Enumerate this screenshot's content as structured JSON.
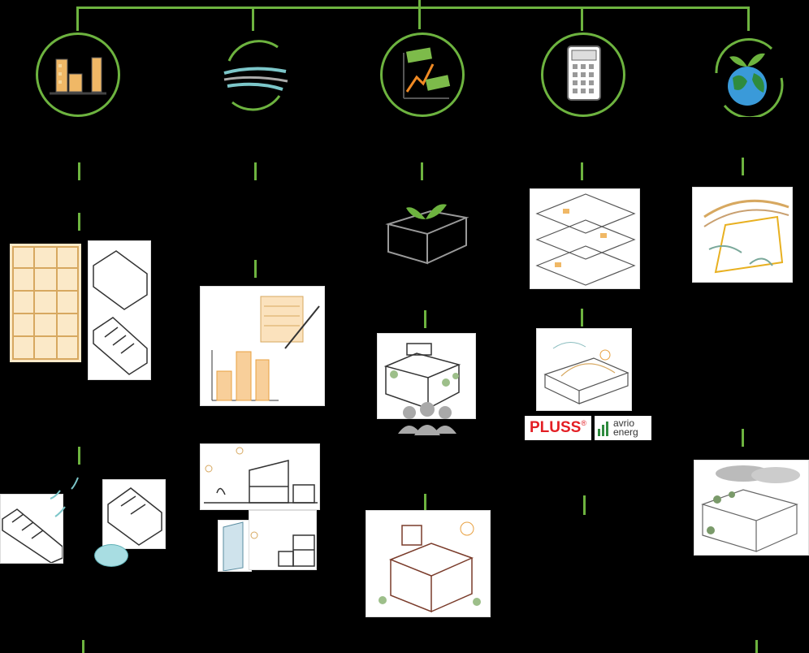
{
  "colors": {
    "connector": "#6db33f",
    "accent_orange": "#f0b866",
    "accent_teal": "#7cc6c9",
    "background": "#000000"
  },
  "columns": [
    {
      "icon": "buildings-icon"
    },
    {
      "icon": "wind-icon"
    },
    {
      "icon": "growth-money-icon"
    },
    {
      "icon": "calculator-icon"
    },
    {
      "icon": "earth-sprout-icon"
    }
  ],
  "logos": {
    "pluss": "PLUSS",
    "pluss_mark": "®",
    "avrio_line1": "avrio",
    "avrio_line2": "energ"
  }
}
